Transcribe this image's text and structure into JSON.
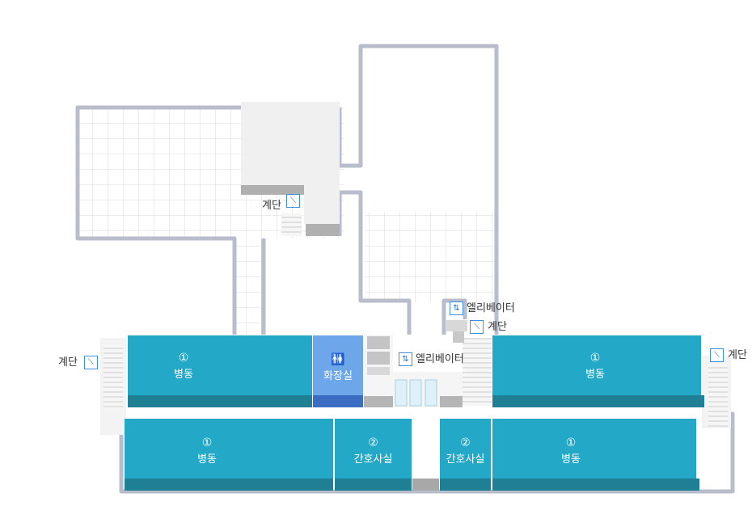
{
  "rooms": [
    {
      "id": "ward-top-left",
      "number": "①",
      "name": "병동"
    },
    {
      "id": "restroom",
      "name": "화장실"
    },
    {
      "id": "ward-top-right",
      "number": "①",
      "name": "병동"
    },
    {
      "id": "ward-bottom-left",
      "number": "①",
      "name": "병동"
    },
    {
      "id": "nurse-left",
      "number": "②",
      "name": "간호사실"
    },
    {
      "id": "nurse-right",
      "number": "②",
      "name": "간호사실"
    },
    {
      "id": "ward-bottom-right",
      "number": "①",
      "name": "병동"
    }
  ],
  "labels": {
    "stairs_top": "계단",
    "stairs_left": "계단",
    "stairs_right": "계단",
    "stairs_mid": "계단",
    "elevator_top": "엘리베이터",
    "elevator_mid": "엘리베이터"
  },
  "icons": {
    "stairs": "stairs-icon",
    "elevator": "elevator-icon",
    "restroom": "restroom-icon"
  },
  "colors": {
    "ward": "#23a8c8",
    "ward_dark": "#1f7f94",
    "restroom": "#6ea6ea",
    "restroom_dark": "#3b6ec2",
    "wall": "#b8bccb",
    "grid": "#d6d9e2"
  }
}
